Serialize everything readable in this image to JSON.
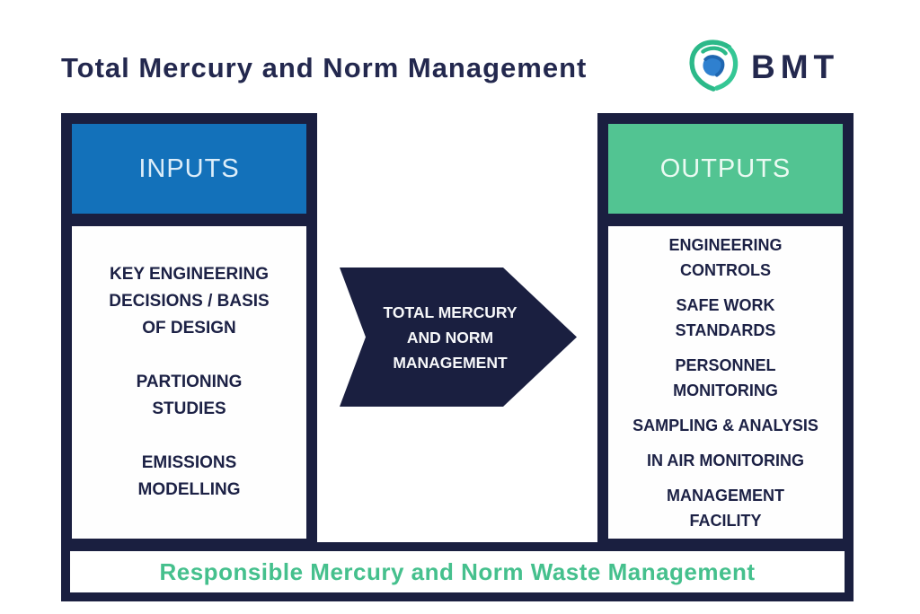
{
  "header": {
    "title": "Total Mercury and Norm Management",
    "logo_text": "BMT"
  },
  "inputs": {
    "header": "INPUTS",
    "items": [
      "KEY ENGINEERING\nDECISIONS / BASIS\nOF DESIGN",
      "PARTIONING\nSTUDIES",
      "EMISSIONS\nMODELLING"
    ]
  },
  "arrow": {
    "label": "TOTAL MERCURY\nAND NORM\nMANAGEMENT"
  },
  "outputs": {
    "header": "OUTPUTS",
    "items": [
      "ENGINEERING\nCONTROLS",
      "SAFE WORK\nSTANDARDS",
      "PERSONNEL\nMONITORING",
      "SAMPLING & ANALYSIS",
      "IN AIR MONITORING",
      "MANAGEMENT\nFACILITY"
    ]
  },
  "footer": {
    "label": "Responsible Mercury and Norm Waste Management"
  },
  "colors": {
    "navy": "#1a1f40",
    "inputs_blue": "#1371ba",
    "outputs_green": "#52c492",
    "footer_text_green": "#45c08d",
    "title_navy": "#23284e"
  }
}
